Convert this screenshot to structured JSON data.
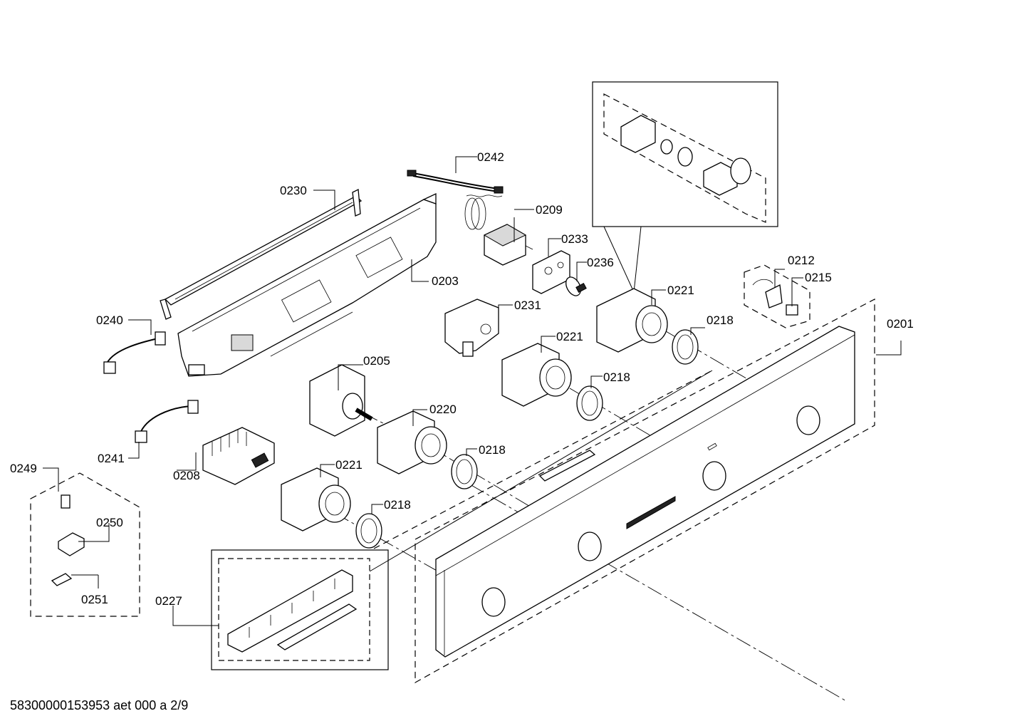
{
  "document_code": "58300000153953 aet 000 a 2/9",
  "callouts": {
    "c0201": "0201",
    "c0203": "0203",
    "c0205": "0205",
    "c0208": "0208",
    "c0209": "0209",
    "c0212": "0212",
    "c0215": "0215",
    "c0218a": "0218",
    "c0218b": "0218",
    "c0218c": "0218",
    "c0218d": "0218",
    "c0220": "0220",
    "c0221a": "0221",
    "c0221b": "0221",
    "c0221c": "0221",
    "c0227": "0227",
    "c0230": "0230",
    "c0231": "0231",
    "c0233": "0233",
    "c0236": "0236",
    "c0240": "0240",
    "c0241": "0241",
    "c0242": "0242",
    "c0249": "0249",
    "c0250": "0250",
    "c0251": "0251"
  }
}
